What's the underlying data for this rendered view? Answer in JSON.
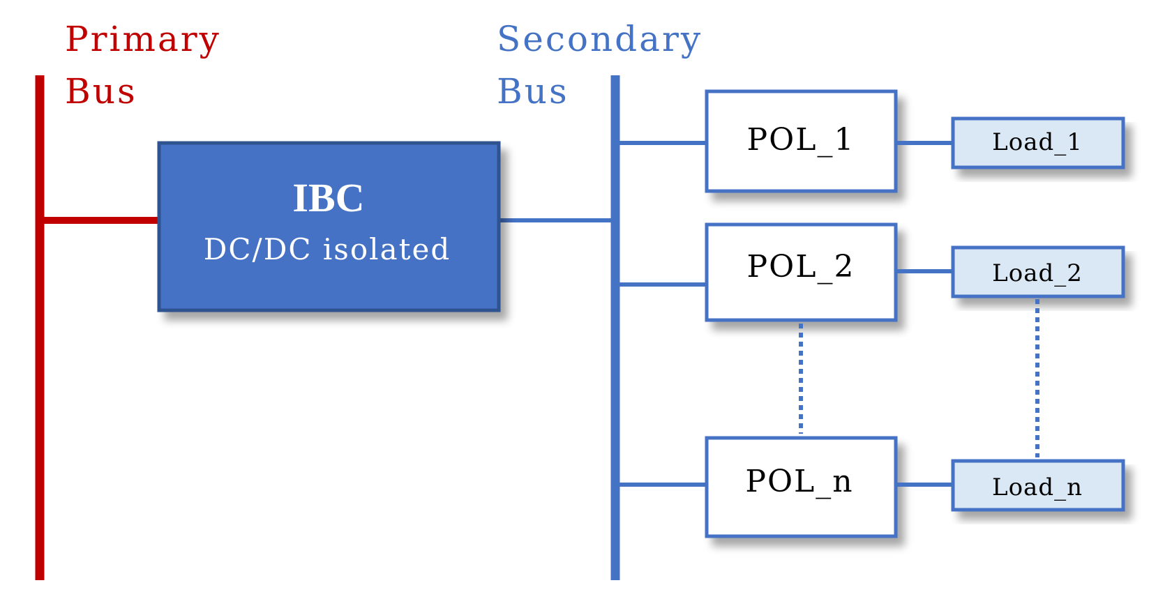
{
  "colors": {
    "primary_bus": "#c00000",
    "secondary_bus": "#4472c4",
    "ibc_fill": "#4472c4",
    "ibc_border": "#2f528f",
    "pol_fill": "#ffffff",
    "load_fill": "#dae8f5",
    "line": "#4472c4"
  },
  "primary_bus": {
    "label_line1": "Primary",
    "label_line2": "Bus"
  },
  "secondary_bus": {
    "label_line1": "Secondary",
    "label_line2": "Bus"
  },
  "ibc": {
    "title": "IBC",
    "subtitle": "DC/DC isolated"
  },
  "pols": [
    {
      "label": "POL_1"
    },
    {
      "label": "POL_2"
    },
    {
      "label": "POL_n"
    }
  ],
  "loads": [
    {
      "label": "Load_1"
    },
    {
      "label": "Load_2"
    },
    {
      "label": "Load_n"
    }
  ]
}
